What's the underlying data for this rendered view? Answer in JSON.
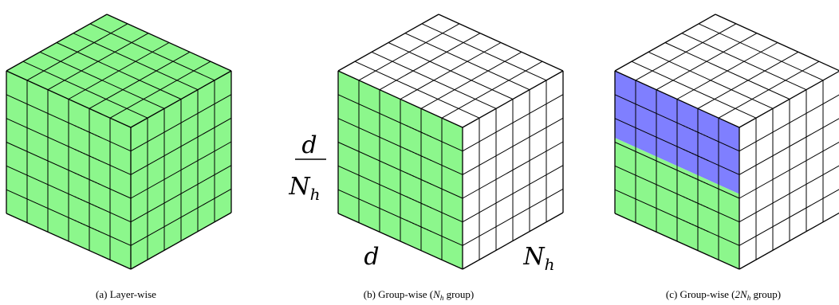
{
  "colors": {
    "green": "#8cf78c",
    "blue": "#7f7fff",
    "white": "#ffffff",
    "edge": "#000000"
  },
  "panels": [
    {
      "id": "a",
      "caption": {
        "prefix": "(a) Layer-wise",
        "math": "",
        "suffix": ""
      },
      "fills": {
        "top": "green",
        "front": "green",
        "side": "green"
      }
    },
    {
      "id": "b",
      "caption": {
        "prefix": "(b) Group-wise (",
        "math": "N",
        "sub": "h",
        "suffix": " group)"
      },
      "fills": {
        "top": "white",
        "front": "green",
        "side": "white"
      },
      "labels": {
        "fraction_num": "d",
        "fraction_den": "N",
        "fraction_den_sub": "h",
        "bottom_left": "d",
        "bottom_right": "N",
        "bottom_right_sub": "h"
      }
    },
    {
      "id": "c",
      "caption": {
        "prefix": "(c) Group-wise (",
        "math": "2N",
        "sub": "h",
        "suffix": " group)"
      },
      "fills": {
        "top": "white",
        "front_upper": "blue",
        "front_lower": "green",
        "side": "white"
      }
    }
  ]
}
